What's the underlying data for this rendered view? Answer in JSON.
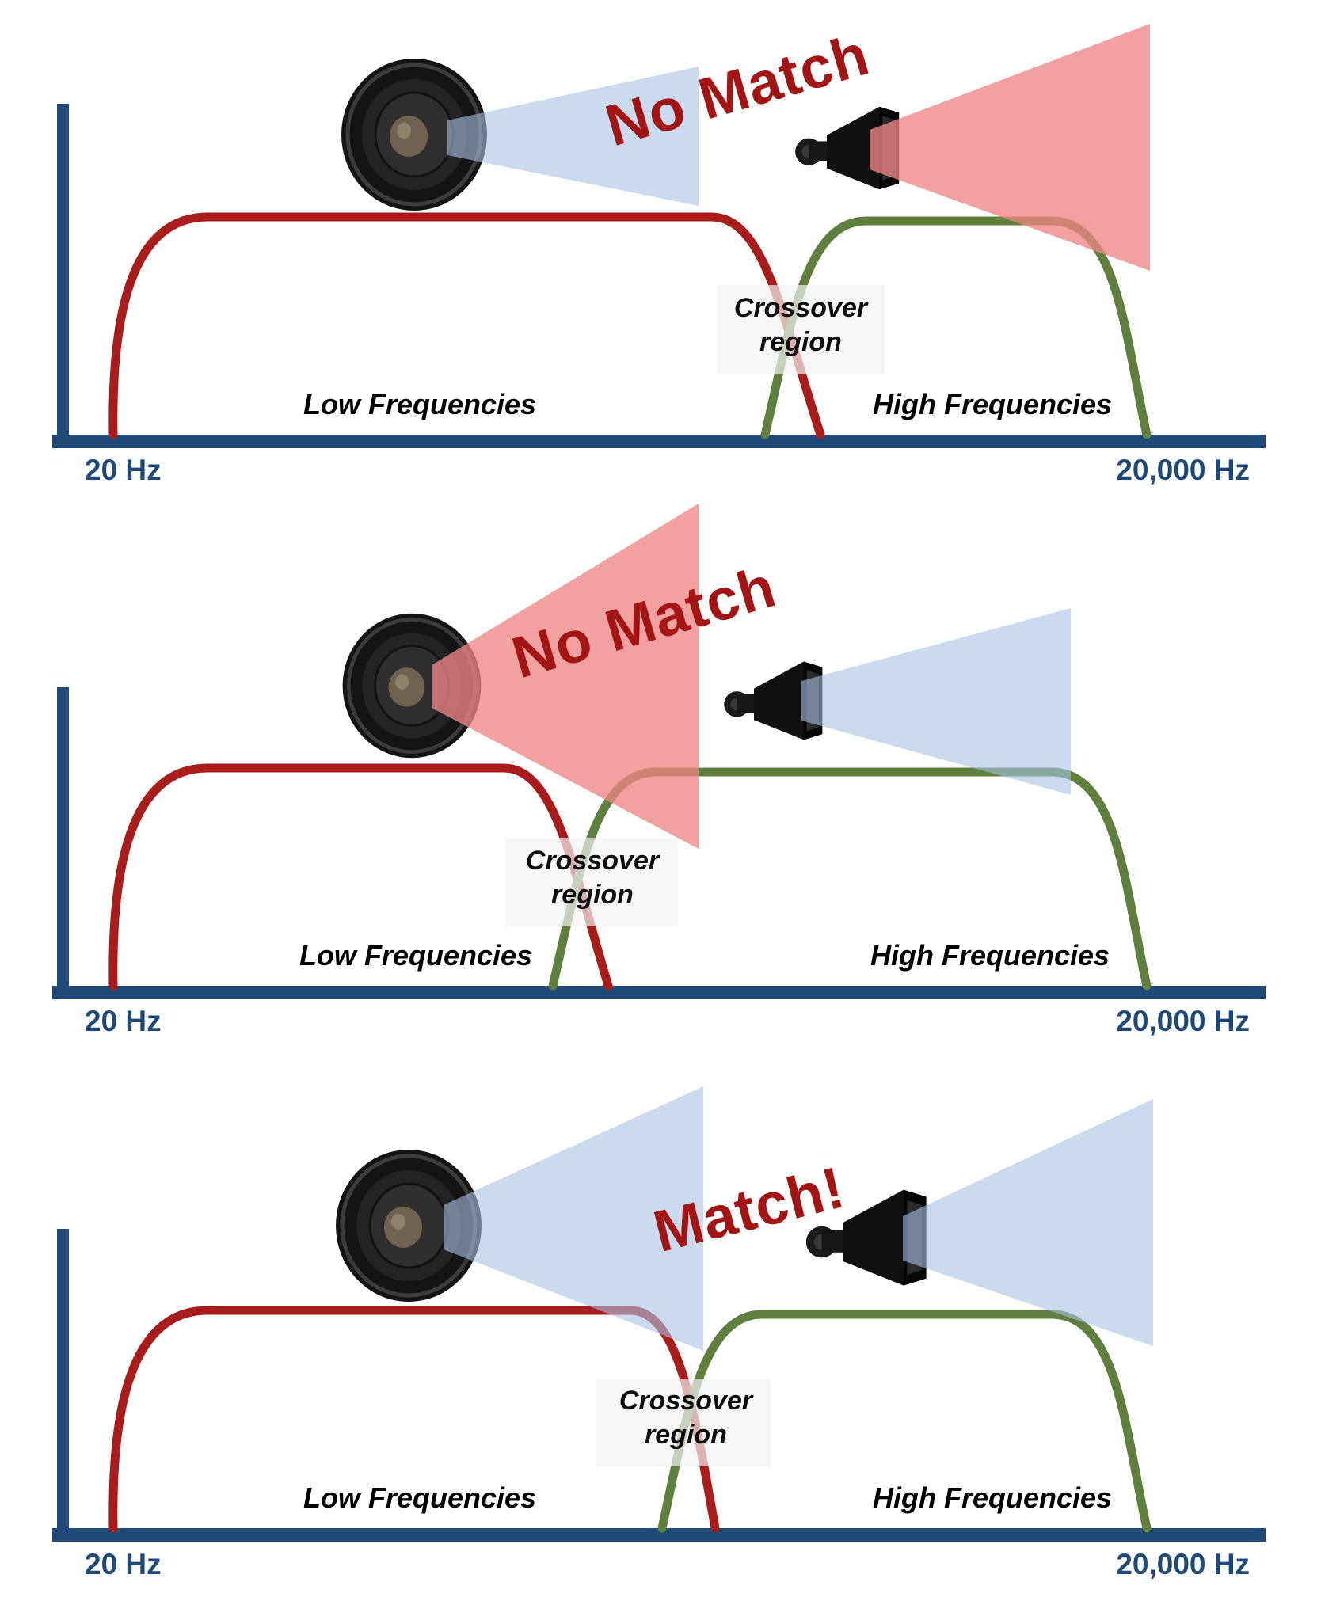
{
  "colors": {
    "axis": "#1f4a78",
    "low_curve": "#a81c1c",
    "high_curve": "#5e7f3e",
    "hz_label": "#1f4a78",
    "match_label": "#a31414",
    "beam_blue": "#a6c3e4",
    "beam_red": "#ee8585",
    "crossover_box": "#f2f2f2"
  },
  "panels": [
    {
      "id": "top",
      "match_label": "No Match",
      "woofer_beam_color": "#a6c3e4",
      "woofer_beam_tone": "blue-narrow",
      "horn_beam_color": "#ee8585",
      "horn_beam_tone": "red-wide",
      "crossover_label_line1": "Crossover",
      "crossover_label_line2": "region",
      "low_label": "Low Frequencies",
      "high_label": "High Frequencies",
      "axis_left_label": "20 Hz",
      "axis_right_label": "20,000 Hz"
    },
    {
      "id": "middle",
      "match_label": "No Match",
      "woofer_beam_color": "#ee8585",
      "woofer_beam_tone": "red-wide",
      "horn_beam_color": "#a6c3e4",
      "horn_beam_tone": "blue-narrow",
      "crossover_label_line1": "Crossover",
      "crossover_label_line2": "region",
      "low_label": "Low Frequencies",
      "high_label": "High Frequencies",
      "axis_left_label": "20 Hz",
      "axis_right_label": "20,000 Hz"
    },
    {
      "id": "bottom",
      "match_label": "Match!",
      "woofer_beam_color": "#a6c3e4",
      "woofer_beam_tone": "blue-wide",
      "horn_beam_color": "#a6c3e4",
      "horn_beam_tone": "blue-wide",
      "crossover_label_line1": "Crossover",
      "crossover_label_line2": "region",
      "low_label": "Low Frequencies",
      "high_label": "High Frequencies",
      "axis_left_label": "20 Hz",
      "axis_right_label": "20,000 Hz"
    }
  ]
}
